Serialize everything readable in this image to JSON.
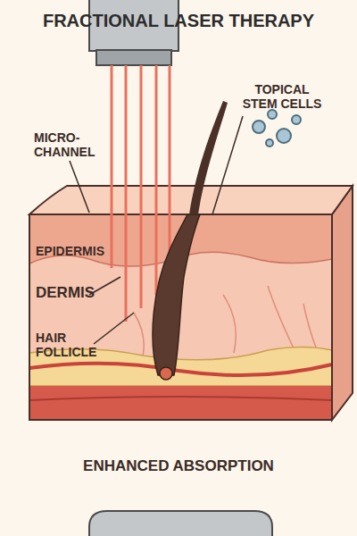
{
  "diagram": {
    "title": "FRACTIONAL LASER THERAPY",
    "caption": "ENHANCED ABSORPTION",
    "labels": [
      "TOPICAL STEM CELLS",
      "MICRO- CHANNEL",
      "EPIDERMIS",
      "DERMIS",
      "HAIR FOLLICLE"
    ]
  }
}
